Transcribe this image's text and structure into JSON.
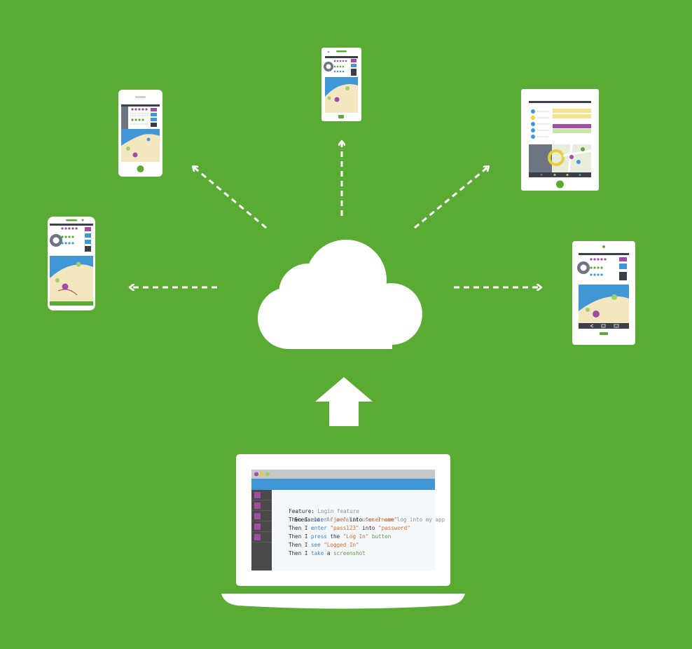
{
  "colors": {
    "background": "#5aab33",
    "device_white": "#ffffff",
    "ide_titlebar": "#c7c7c7",
    "ide_blue": "#3f97d6",
    "ide_sidebar": "#4a4a4a",
    "ide_sidebar_square": "#a24ba7",
    "ide_editor": "#f4f8fb",
    "window_dot_1": "#a24ba7",
    "window_dot_2": "#e7cf3a",
    "window_dot_3": "#9fd06a",
    "map_water": "#3f97d6",
    "map_land": "#f3e7c0",
    "pin_purple": "#a24ba7",
    "pin_green": "#5aab33"
  },
  "icons": {
    "cloud": "cloud-icon",
    "upload_arrow": "upload-arrow-icon",
    "laptop": "laptop-icon",
    "devices": [
      "phone-icon",
      "phone-icon",
      "phone-icon",
      "tablet-icon",
      "tablet-icon"
    ]
  },
  "code": {
    "feature_keyword": "Feature:",
    "feature_text": " Login feature",
    "scenario_keyword": "Scenario:",
    "scenario_text": " As a valid user I can log into my app",
    "steps": [
      [
        {
          "text": "Then I ",
          "kind": "plain"
        },
        {
          "text": "enter",
          "kind": "verb"
        },
        {
          "text": " ",
          "kind": "plain"
        },
        {
          "text": "\"joe\"",
          "kind": "str"
        },
        {
          "text": " into ",
          "kind": "plain"
        },
        {
          "text": "\"username\"",
          "kind": "str"
        }
      ],
      [
        {
          "text": "Then I ",
          "kind": "plain"
        },
        {
          "text": "enter",
          "kind": "verb"
        },
        {
          "text": " ",
          "kind": "plain"
        },
        {
          "text": "\"pass123\"",
          "kind": "str"
        },
        {
          "text": " into ",
          "kind": "plain"
        },
        {
          "text": "\"password\"",
          "kind": "str"
        }
      ],
      [
        {
          "text": "Then I ",
          "kind": "plain"
        },
        {
          "text": "press",
          "kind": "verb"
        },
        {
          "text": " the ",
          "kind": "plain"
        },
        {
          "text": "\"Log In\"",
          "kind": "str"
        },
        {
          "text": " button",
          "kind": "green"
        }
      ],
      [
        {
          "text": "Then I ",
          "kind": "plain"
        },
        {
          "text": "see",
          "kind": "verb"
        },
        {
          "text": " ",
          "kind": "plain"
        },
        {
          "text": "\"Logged In\"",
          "kind": "str"
        }
      ],
      [
        {
          "text": "Then I ",
          "kind": "plain"
        },
        {
          "text": "take",
          "kind": "verb"
        },
        {
          "text": " a ",
          "kind": "plain"
        },
        {
          "text": "screenshot",
          "kind": "green"
        }
      ]
    ]
  }
}
